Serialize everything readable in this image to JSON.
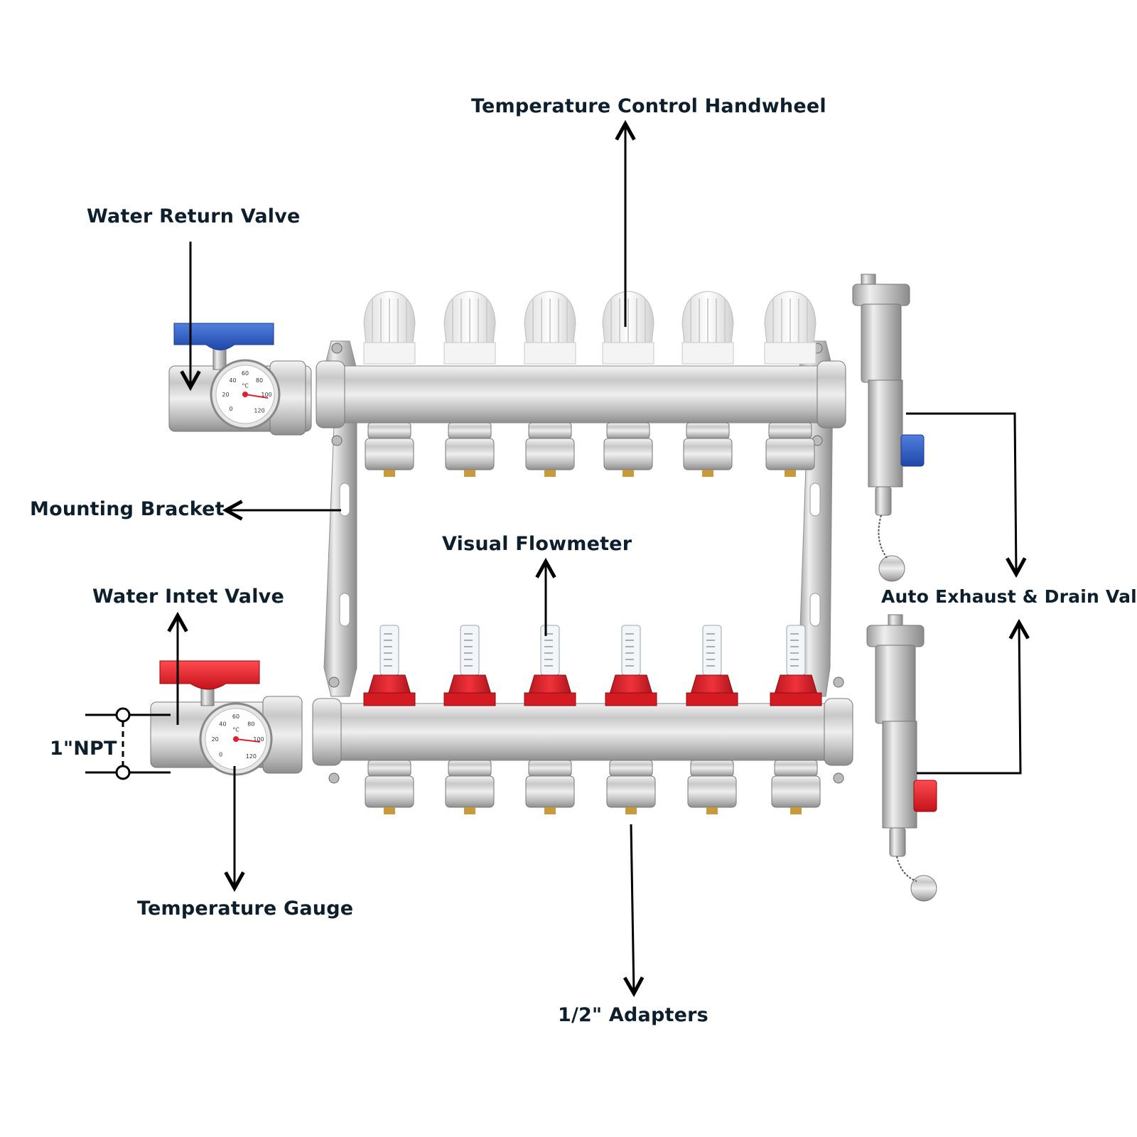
{
  "labels": {
    "temp_control_handwheel": "Temperature Control Handwheel",
    "water_return_valve": "Water Return Valve",
    "mounting_bracket": "Mounting Bracket",
    "visual_flowmeter": "Visual  Flowmeter",
    "water_inlet_valve": "Water Intet Valve",
    "auto_exhaust_drain_valve": "Auto Exhaust & Drain Valve",
    "npt_size": "1\"NPT",
    "temperature_gauge": "Temperature Gauge",
    "adapters": "1/2\" Adapters"
  },
  "gauge_scale": [
    "40",
    "60",
    "80",
    "100",
    "120",
    "0",
    "20",
    "°C"
  ],
  "outlet_count": 6,
  "colors": {
    "return_handle": "#2f5fc4",
    "inlet_handle": "#e0202a",
    "flowmeter_cap": "#e0202a",
    "handwheel": "#f2f2f2",
    "label_text": "#0d1f2d"
  }
}
